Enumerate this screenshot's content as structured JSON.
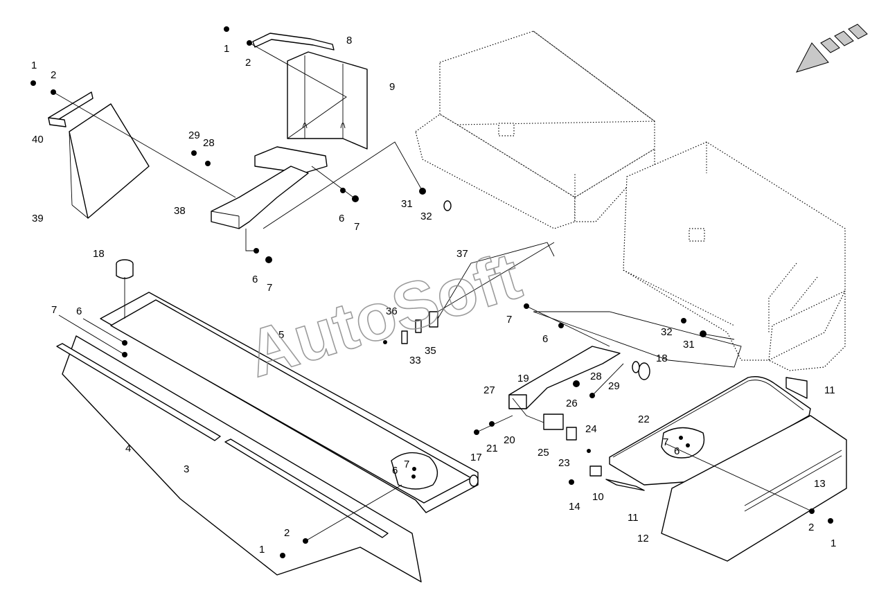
{
  "watermark": "AutoSoft",
  "callouts": [
    {
      "id": "c1a",
      "text": "1"
    },
    {
      "id": "c1b",
      "text": "1"
    },
    {
      "id": "c1c",
      "text": "1"
    },
    {
      "id": "c1d",
      "text": "1"
    },
    {
      "id": "c2a",
      "text": "2"
    },
    {
      "id": "c2b",
      "text": "2"
    },
    {
      "id": "c2c",
      "text": "2"
    },
    {
      "id": "c2d",
      "text": "2"
    },
    {
      "id": "c3",
      "text": "3"
    },
    {
      "id": "c4",
      "text": "4"
    },
    {
      "id": "c5",
      "text": "5"
    },
    {
      "id": "c6a",
      "text": "6"
    },
    {
      "id": "c6b",
      "text": "6"
    },
    {
      "id": "c6c",
      "text": "6"
    },
    {
      "id": "c6d",
      "text": "6"
    },
    {
      "id": "c6e",
      "text": "6"
    },
    {
      "id": "c6f",
      "text": "6"
    },
    {
      "id": "c7a",
      "text": "7"
    },
    {
      "id": "c7b",
      "text": "7"
    },
    {
      "id": "c7c",
      "text": "7"
    },
    {
      "id": "c7d",
      "text": "7"
    },
    {
      "id": "c7e",
      "text": "7"
    },
    {
      "id": "c7f",
      "text": "7"
    },
    {
      "id": "c8",
      "text": "8"
    },
    {
      "id": "c9",
      "text": "9"
    },
    {
      "id": "c10",
      "text": "10"
    },
    {
      "id": "c11a",
      "text": "11"
    },
    {
      "id": "c11b",
      "text": "11"
    },
    {
      "id": "c12",
      "text": "12"
    },
    {
      "id": "c13",
      "text": "13"
    },
    {
      "id": "c14",
      "text": "14"
    },
    {
      "id": "c17",
      "text": "17"
    },
    {
      "id": "c18a",
      "text": "18"
    },
    {
      "id": "c18b",
      "text": "18"
    },
    {
      "id": "c19",
      "text": "19"
    },
    {
      "id": "c20",
      "text": "20"
    },
    {
      "id": "c21",
      "text": "21"
    },
    {
      "id": "c22",
      "text": "22"
    },
    {
      "id": "c23",
      "text": "23"
    },
    {
      "id": "c24",
      "text": "24"
    },
    {
      "id": "c25",
      "text": "25"
    },
    {
      "id": "c26",
      "text": "26"
    },
    {
      "id": "c27",
      "text": "27"
    },
    {
      "id": "c28a",
      "text": "28"
    },
    {
      "id": "c28b",
      "text": "28"
    },
    {
      "id": "c29a",
      "text": "29"
    },
    {
      "id": "c29b",
      "text": "29"
    },
    {
      "id": "c31a",
      "text": "31"
    },
    {
      "id": "c31b",
      "text": "31"
    },
    {
      "id": "c32a",
      "text": "32"
    },
    {
      "id": "c32b",
      "text": "32"
    },
    {
      "id": "c33",
      "text": "33"
    },
    {
      "id": "c35",
      "text": "35"
    },
    {
      "id": "c36",
      "text": "36"
    },
    {
      "id": "c37",
      "text": "37"
    },
    {
      "id": "c38",
      "text": "38"
    },
    {
      "id": "c39",
      "text": "39"
    },
    {
      "id": "c40",
      "text": "40"
    }
  ]
}
